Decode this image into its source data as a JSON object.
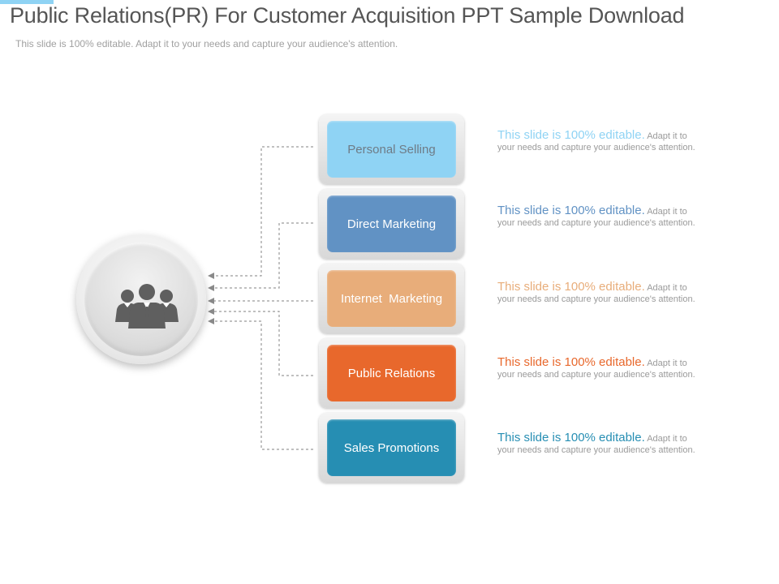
{
  "title": "Public Relations(PR) For Customer Acquisition PPT Sample Download",
  "subtitle": "This slide is 100% editable. Adapt it to your needs and capture your audience's attention.",
  "accent_color": "#8fd3f4",
  "hub": {
    "icon": "people-group-icon"
  },
  "items": [
    {
      "label": "Personal Selling",
      "color": "#8fd3f4",
      "text_color": "#6e7b86",
      "desc_head": "This slide is 100% editable.",
      "desc_body": " Adapt it to your needs and capture your audience's attention."
    },
    {
      "label": "Direct Marketing",
      "color": "#6192c4",
      "text_color": "#ffffff",
      "desc_head": "This slide is 100% editable.",
      "desc_body": " Adapt it to your needs and capture your audience's attention."
    },
    {
      "label": "Internet  Marketing",
      "color": "#e8ad7a",
      "text_color": "#ffffff",
      "desc_head": "This slide is 100% editable.",
      "desc_body": " Adapt it to your needs and capture your audience's attention."
    },
    {
      "label": "Public Relations",
      "color": "#e8682c",
      "text_color": "#ffffff",
      "desc_head": "This slide is 100% editable.",
      "desc_body": " Adapt it to your needs and capture your audience's attention."
    },
    {
      "label": "Sales Promotions",
      "color": "#268eb3",
      "text_color": "#ffffff",
      "desc_head": "This slide is 100% editable.",
      "desc_body": " Adapt it to your needs and capture your audience's attention."
    }
  ]
}
